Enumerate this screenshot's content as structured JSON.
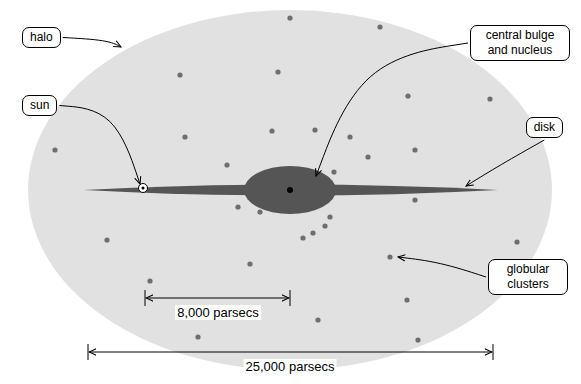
{
  "diagram": {
    "nodes": [
      {
        "text": [
          "halo"
        ]
      },
      {
        "text": [
          "central bulge and nucleus"
        ]
      },
      {
        "text": [
          "sun"
        ]
      },
      {
        "text": [
          "disk"
        ]
      },
      {
        "text": [
          "globular clusters"
        ]
      }
    ],
    "labels": [
      "8,000 parsecs",
      "25,000 parsecs"
    ]
  }
}
